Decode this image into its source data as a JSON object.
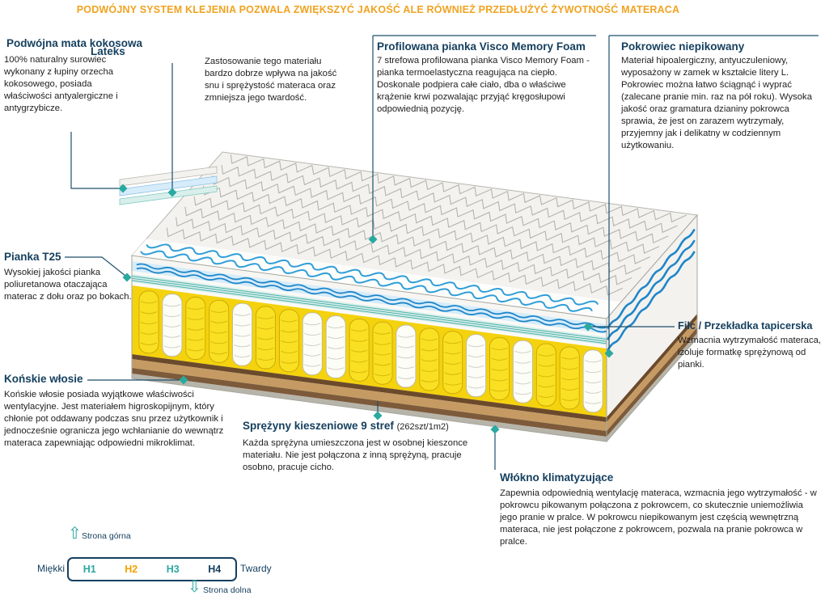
{
  "banner": {
    "text": "PODWÓJNY SYSTEM KLEJENIA POZWALA ZWIĘKSZYĆ JAKOŚĆ ALE RÓWNIEŻ PRZEDŁUŻYĆ ŻYWOTNOŚĆ MATERACA"
  },
  "annotations": {
    "coconut_mat": {
      "title": "Podwójna mata kokosowa",
      "body": "100% naturalny surowiec wykonany z łupiny orzecha kokosowego, posiada właściwości antyalergiczne i antygrzybicze."
    },
    "latex": {
      "title": "Lateks",
      "body": "Zastosowanie tego materiału bardzo dobrze wpływa na jakość snu i sprężystość materaca oraz zmniejsza jego twardość."
    },
    "visco": {
      "title": "Profilowana pianka Visco Memory Foam",
      "body": "7 strefowa profilowana pianka Visco Memory Foam - pianka termoelastyczna reagująca na ciepło. Doskonale podpiera całe ciało, dba o właściwe krążenie krwi pozwalając przyjąć kręgosłupowi odpowiednią pozycję."
    },
    "cover": {
      "title": "Pokrowiec niepikowany",
      "body": "Materiał hipoalergiczny, antyuczuleniowy, wyposażony w zamek w kształcie litery L. Pokrowiec można łatwo ściągnąć i wyprać (zalecane pranie min. raz na pół roku). Wysoka jakość oraz gramatura dzianiny pokrowca sprawia, że jest on zarazem wytrzymały, przyjemny jak i delikatny w codziennym użytkowaniu."
    },
    "foam_t25": {
      "title": "Pianka T25",
      "body": "Wysokiej jakości pianka poliuretanowa otaczająca materac z dołu oraz po bokach."
    },
    "felt": {
      "title": "Filc / Przekładka tapicerska",
      "body": "Wzmacnia wytrzymałość materaca, izoluje formatkę sprężynową od pianki."
    },
    "horsehair": {
      "title": "Końskie włosie",
      "body": "Końskie włosie posiada wyjątkowe właściwości wentylacyjne. Jest materiałem higroskopijnym, który chłonie pot oddawany podczas snu przez użytkownik i jednocześnie ogranicza jego wchłanianie do wewnątrz materaca zapewniając odpowiedni mikroklimat."
    },
    "springs": {
      "title": "Sprężyny kieszeniowe 9 stref",
      "subtitle": "(262szt/1m2)",
      "body": "Każda sprężyna umieszczona jest w osobnej kieszonce materiału. Nie jest połączona z inną sprężyną, pracuje osobno, pracuje cicho."
    },
    "climate_fiber": {
      "title": "Włókno klimatyzujące",
      "body": "Zapewnia odpowiednią wentylację materaca, wzmacnia jego wytrzymałość - w pokrowcu pikowanym połączona z pokrowcem, co skutecznie uniemożliwia jego pranie w pralce. W pokrowcu niepikowanym jest częścią wewnętrzną materaca, nie jest połączone z pokrowcem, pozwala na pranie pokrowca w pralce."
    }
  },
  "hardness_scale": {
    "top_side_label": "Strona górna",
    "bottom_side_label": "Strona dolna",
    "soft_label": "Miękki",
    "hard_label": "Twardy",
    "levels": [
      {
        "label": "H1",
        "color": "#2aa9a0"
      },
      {
        "label": "H2",
        "color": "#f0a202"
      },
      {
        "label": "H3",
        "color": "#2aa9a0"
      },
      {
        "label": "H4",
        "color": "#16405f"
      }
    ],
    "selected_level": "H2"
  },
  "icons": {
    "up_arrow": "⇧",
    "down_arrow": "⇩"
  },
  "colors": {
    "banner_orange": "#f0a321",
    "heading_navy": "#16405f",
    "marker_teal": "#2aa9a0",
    "spring_yellow": "#f4d20d",
    "wave_blue": "#2f9ed8",
    "coconut_brown": "#c59b63"
  }
}
